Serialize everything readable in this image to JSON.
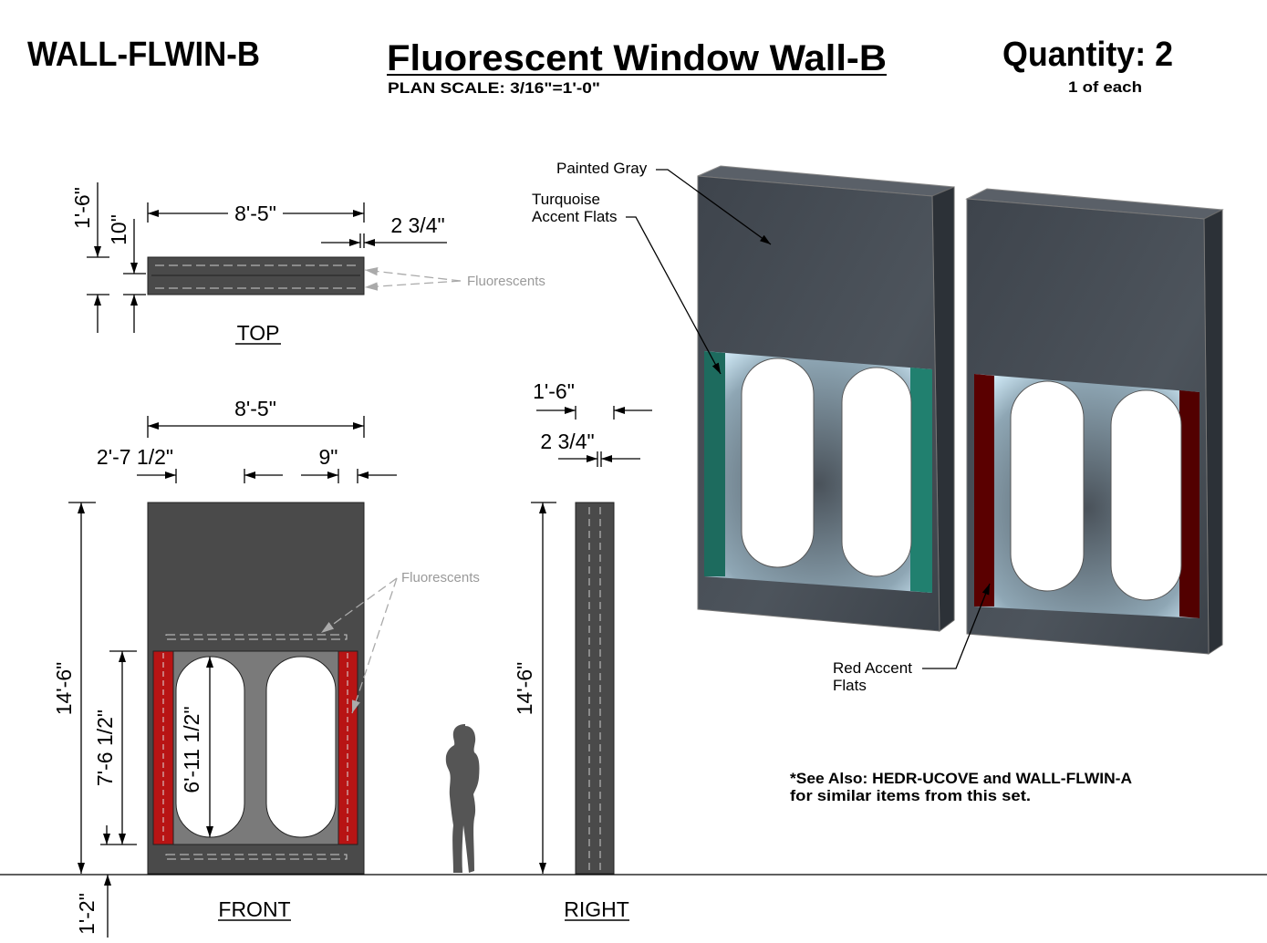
{
  "header": {
    "code": "WALL-FLWIN-B",
    "title": "Fluorescent Window Wall-B",
    "scale": "PLAN  SCALE: 3/16\"=1'-0\"",
    "quantity": "Quantity: 2",
    "quantity_note": "1 of each"
  },
  "top_view": {
    "label": "TOP",
    "width": "8'-5\"",
    "depth_outer": "1'-6\"",
    "depth_inner": "10\"",
    "edge": "2 3/4\"",
    "fluorescents": "Fluorescents"
  },
  "front_view": {
    "label": "FRONT",
    "width": "8'-5\"",
    "left_offset": "2'-7 1/2\"",
    "right_offset": "9\"",
    "height": "14'-6\"",
    "window_height": "7'-6 1/2\"",
    "opening_height": "6'-11 1/2\"",
    "base": "1'-2\"",
    "fluorescents": "Fluorescents"
  },
  "right_view": {
    "label": "RIGHT",
    "depth": "1'-6\"",
    "edge": "2 3/4\"",
    "height": "14'-6\""
  },
  "render": {
    "painted_gray": "Painted Gray",
    "turquoise_1": "Turquoise",
    "turquoise_2": "Accent Flats",
    "red_1": "Red Accent",
    "red_2": "Flats"
  },
  "note": {
    "line1": "*See Also: HEDR-UCOVE and WALL-FLWIN-A",
    "line2": "for similar items from this set."
  },
  "colors": {
    "wall": "#4a4a4a",
    "turquoise": "#1f7a6a",
    "red": "#b81414",
    "dark_red": "#5a0000"
  }
}
